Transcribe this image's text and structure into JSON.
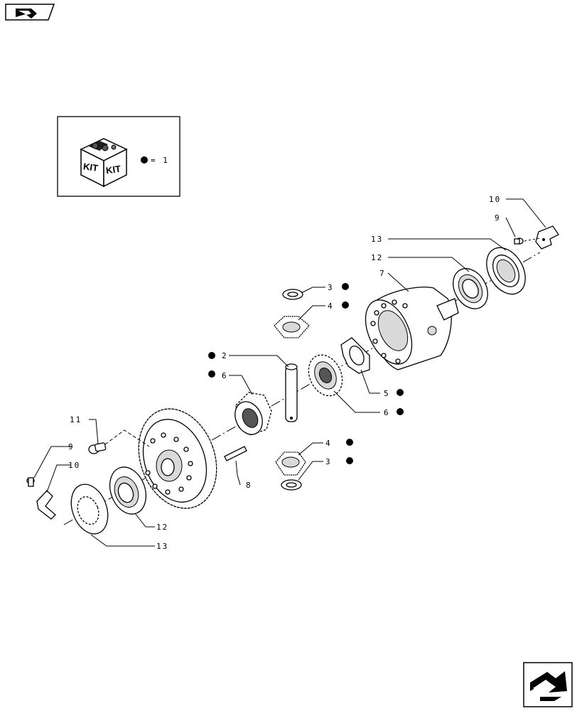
{
  "kit": {
    "box_text_left": "KIT",
    "box_text_right": "KIT",
    "legend_text": "= 1"
  },
  "callouts": {
    "c2": "2",
    "c3a": "3",
    "c3b": "3",
    "c4a": "4",
    "c4b": "4",
    "c5": "5",
    "c6a": "6",
    "c6b": "6",
    "c7": "7",
    "c8": "8",
    "c9a": "9",
    "c9b": "9",
    "c10a": "10",
    "c10b": "10",
    "c11": "11",
    "c12a": "12",
    "c12b": "12",
    "c13a": "13",
    "c13b": "13"
  },
  "icons": {
    "top_nav": "arrow-nav-icon",
    "bottom_nav": "arrow-nav-icon"
  }
}
